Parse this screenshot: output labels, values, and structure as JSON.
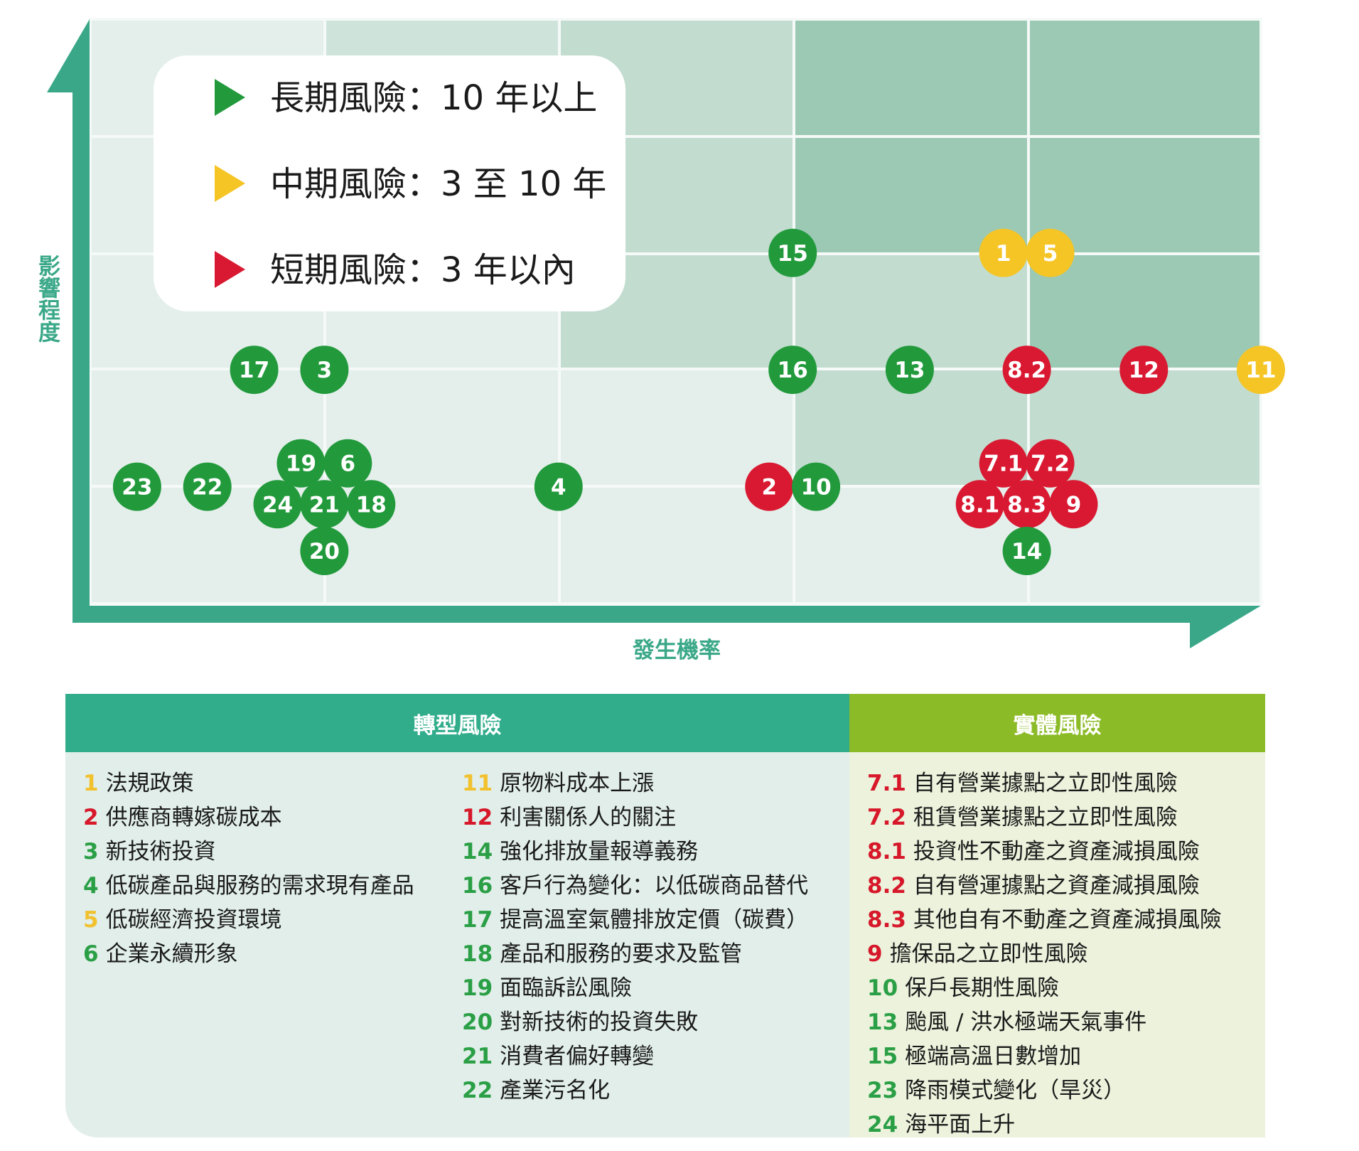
{
  "colors": {
    "long_term": "#229a3c",
    "mid_term": "#f5c526",
    "short_term": "#d91931",
    "axis": "#3aa888"
  },
  "axes": {
    "y_label": "影響程度",
    "x_label": "發生機率"
  },
  "legend": {
    "items": [
      {
        "key": "long_term",
        "label": "長期風險：10 年以上"
      },
      {
        "key": "mid_term",
        "label": "中期風險：3 至 10 年"
      },
      {
        "key": "short_term",
        "label": "短期風險：3 年以內"
      }
    ]
  },
  "chart_data": {
    "type": "scatter",
    "xlim": [
      0,
      5
    ],
    "ylim": [
      0,
      5
    ],
    "grid": true,
    "legend_position": "top-left",
    "points": [
      {
        "id": "15",
        "x": 3,
        "y": 3,
        "term": "long_term"
      },
      {
        "id": "1",
        "x": 3.9,
        "y": 3,
        "term": "mid_term"
      },
      {
        "id": "5",
        "x": 4.1,
        "y": 3,
        "term": "mid_term"
      },
      {
        "id": "17",
        "x": 0.7,
        "y": 2,
        "term": "long_term"
      },
      {
        "id": "3",
        "x": 1,
        "y": 2,
        "term": "long_term"
      },
      {
        "id": "16",
        "x": 3,
        "y": 2,
        "term": "long_term"
      },
      {
        "id": "13",
        "x": 3.5,
        "y": 2,
        "term": "long_term"
      },
      {
        "id": "8.2",
        "x": 4,
        "y": 2,
        "term": "short_term"
      },
      {
        "id": "12",
        "x": 4.5,
        "y": 2,
        "term": "short_term"
      },
      {
        "id": "11",
        "x": 5,
        "y": 2,
        "term": "mid_term"
      },
      {
        "id": "19",
        "x": 0.9,
        "y": 1.2,
        "term": "long_term"
      },
      {
        "id": "6",
        "x": 1.1,
        "y": 1.2,
        "term": "long_term"
      },
      {
        "id": "23",
        "x": 0.2,
        "y": 1,
        "term": "long_term"
      },
      {
        "id": "22",
        "x": 0.5,
        "y": 1,
        "term": "long_term"
      },
      {
        "id": "24",
        "x": 0.8,
        "y": 0.85,
        "term": "long_term"
      },
      {
        "id": "21",
        "x": 1,
        "y": 0.85,
        "term": "long_term"
      },
      {
        "id": "18",
        "x": 1.2,
        "y": 0.85,
        "term": "long_term"
      },
      {
        "id": "20",
        "x": 1,
        "y": 0.45,
        "term": "long_term"
      },
      {
        "id": "4",
        "x": 2,
        "y": 1,
        "term": "long_term"
      },
      {
        "id": "2",
        "x": 2.9,
        "y": 1,
        "term": "short_term"
      },
      {
        "id": "10",
        "x": 3.1,
        "y": 1,
        "term": "long_term"
      },
      {
        "id": "7.1",
        "x": 3.9,
        "y": 1.2,
        "term": "short_term"
      },
      {
        "id": "7.2",
        "x": 4.1,
        "y": 1.2,
        "term": "short_term"
      },
      {
        "id": "8.1",
        "x": 3.8,
        "y": 0.85,
        "term": "short_term"
      },
      {
        "id": "8.3",
        "x": 4,
        "y": 0.85,
        "term": "short_term"
      },
      {
        "id": "9",
        "x": 4.2,
        "y": 0.85,
        "term": "short_term"
      },
      {
        "id": "14",
        "x": 4,
        "y": 0.45,
        "term": "long_term"
      }
    ]
  },
  "table": {
    "transition": {
      "header": "轉型風險",
      "col1": [
        {
          "num": "1",
          "text": "法規政策",
          "color": "yellow"
        },
        {
          "num": "2",
          "text": "供應商轉嫁碳成本",
          "color": "red"
        },
        {
          "num": "3",
          "text": "新技術投資",
          "color": "green"
        },
        {
          "num": "4",
          "text": "低碳產品與服務的需求現有產品",
          "color": "green"
        },
        {
          "num": "5",
          "text": "低碳經濟投資環境",
          "color": "yellow"
        },
        {
          "num": "6",
          "text": "企業永續形象",
          "color": "green"
        }
      ],
      "col2": [
        {
          "num": "11",
          "text": "原物料成本上漲",
          "color": "yellow"
        },
        {
          "num": "12",
          "text": "利害關係人的關注",
          "color": "red"
        },
        {
          "num": "14",
          "text": "強化排放量報導義務",
          "color": "green"
        },
        {
          "num": "16",
          "text": "客戶行為變化：以低碳商品替代",
          "color": "green"
        },
        {
          "num": "17",
          "text": "提高溫室氣體排放定價（碳費）",
          "color": "green"
        },
        {
          "num": "18",
          "text": "產品和服務的要求及監管",
          "color": "green"
        },
        {
          "num": "19",
          "text": "面臨訴訟風險",
          "color": "green"
        },
        {
          "num": "20",
          "text": "對新技術的投資失敗",
          "color": "green"
        },
        {
          "num": "21",
          "text": "消費者偏好轉變",
          "color": "green"
        },
        {
          "num": "22",
          "text": "產業污名化",
          "color": "green"
        }
      ]
    },
    "physical": {
      "header": "實體風險",
      "items": [
        {
          "num": "7.1",
          "text": "自有營業據點之立即性風險",
          "color": "red"
        },
        {
          "num": "7.2",
          "text": "租賃營業據點之立即性風險",
          "color": "red"
        },
        {
          "num": "8.1",
          "text": "投資性不動產之資產減損風險",
          "color": "red"
        },
        {
          "num": "8.2",
          "text": "自有營運據點之資產減損風險",
          "color": "red"
        },
        {
          "num": "8.3",
          "text": "其他自有不動產之資產減損風險",
          "color": "red"
        },
        {
          "num": "9",
          "text": "擔保品之立即性風險",
          "color": "red"
        },
        {
          "num": "10",
          "text": "保戶長期性風險",
          "color": "green"
        },
        {
          "num": "13",
          "text": "颱風 / 洪水極端天氣事件",
          "color": "green"
        },
        {
          "num": "15",
          "text": "極端高溫日數增加",
          "color": "green"
        },
        {
          "num": "23",
          "text": "降雨模式變化（旱災）",
          "color": "green"
        },
        {
          "num": "24",
          "text": "海平面上升",
          "color": "green"
        }
      ]
    }
  }
}
